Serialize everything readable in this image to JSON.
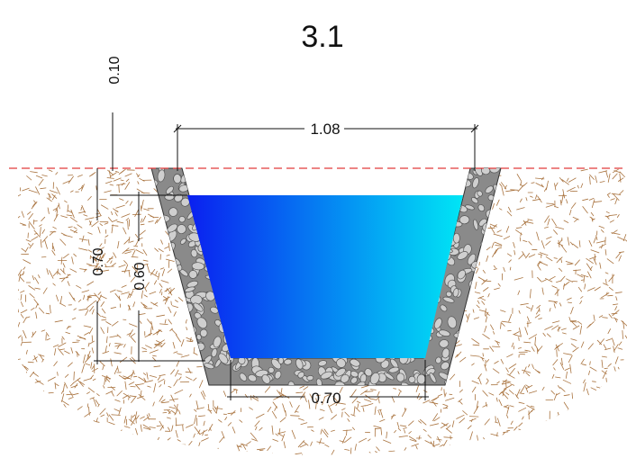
{
  "title": "3.1",
  "dimensions": {
    "freeboard": "0.10",
    "top_width": "1.08",
    "total_depth": "0.70",
    "water_depth": "0.60",
    "bottom_width": "0.70"
  },
  "colors": {
    "ground_line": "#e23b3b",
    "soil_fibre": "#a0642a",
    "water_left": "#0a1ff0",
    "water_right": "#00e6f5",
    "stone_fill": "#cfcfcf",
    "stone_edge": "#555555",
    "lining_bg": "#8a8a8a",
    "dim_line": "#111111"
  },
  "materials": {
    "soil": "soil-hatch",
    "lining": "stone-masonry",
    "water": "water"
  }
}
